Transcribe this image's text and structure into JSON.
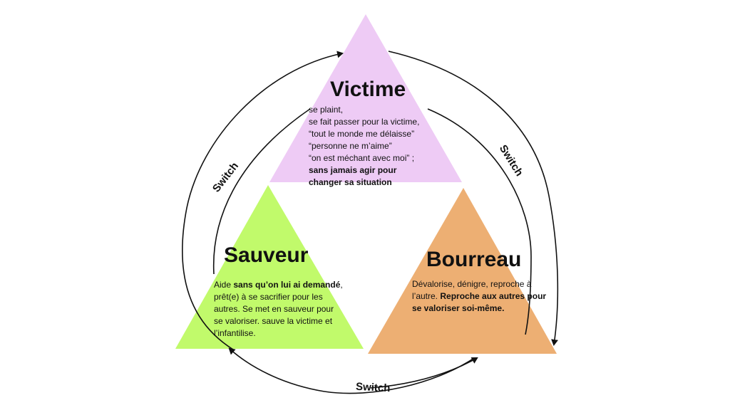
{
  "victime": {
    "title": "Victime",
    "lines": [
      "se plaint,",
      "se fait passer pour la victime,",
      "“tout le monde me délaisse”",
      "“personne ne m’aime”",
      "“on est méchant avec moi” ;"
    ],
    "bold": [
      "sans jamais agir pour",
      "changer sa situation"
    ],
    "color": "#eecbf5"
  },
  "sauveur": {
    "title": "Sauveur",
    "intro": "Aide ",
    "bold": "sans qu’on lui ai demandé",
    "rest": ", prêt(e) à se sacrifier pour les autres. Se met en sauveur pour se valoriser. sauve la victime et l’infantilise.",
    "color": "#c1fa6b"
  },
  "bourreau": {
    "title": "Bourreau",
    "intro": "Dévalorise, dénigre, reproche à l’autre. ",
    "bold": "Reproche aux autres pour se valoriser soi-même.",
    "color": "#edaf73"
  },
  "arrows": {
    "left_label": "Switch",
    "right_label": "Switch",
    "bottom_label": "Switch"
  }
}
